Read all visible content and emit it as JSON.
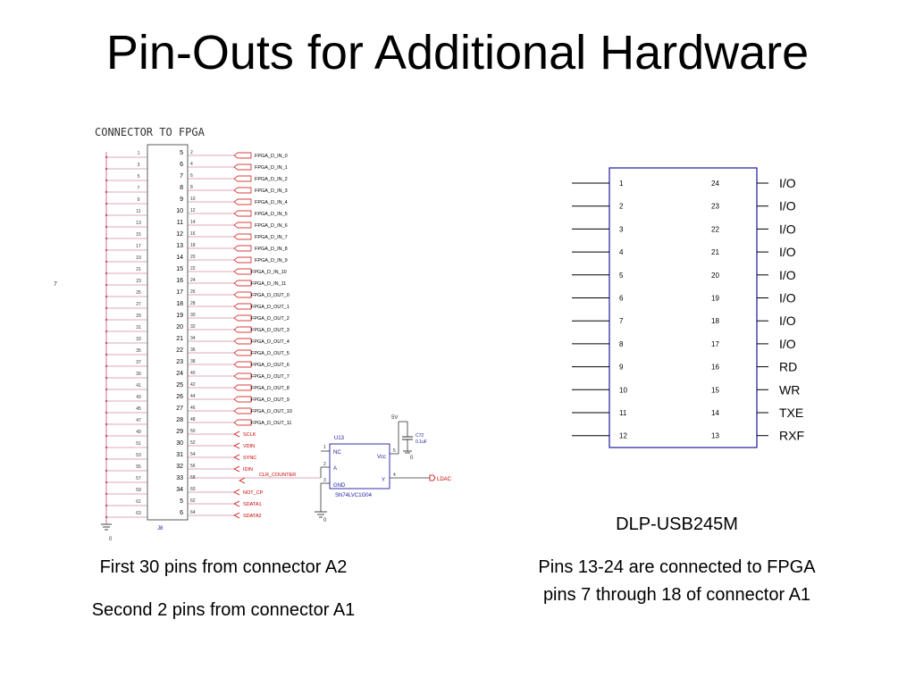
{
  "title": "Pin-Outs for Additional Hardware",
  "left": {
    "connector_label": "CONNECTOR TO FPGA",
    "ref": "J8",
    "left_marker": "7",
    "ground_label": "0",
    "left_pins": [
      "1",
      "3",
      "5",
      "7",
      "9",
      "11",
      "13",
      "15",
      "17",
      "19",
      "21",
      "23",
      "25",
      "27",
      "29",
      "31",
      "33",
      "35",
      "37",
      "39",
      "41",
      "43",
      "45",
      "47",
      "49",
      "51",
      "53",
      "55",
      "57",
      "59",
      "61",
      "63"
    ],
    "inner_left": [
      "5",
      "6",
      "7",
      "8",
      "9",
      "10",
      "11",
      "12",
      "13",
      "14",
      "15",
      "16",
      "17",
      "18",
      "19",
      "20",
      "21",
      "22",
      "23",
      "24",
      "25",
      "26",
      "27",
      "28",
      "29",
      "30",
      "31",
      "32",
      "33",
      "34",
      "5",
      "6"
    ],
    "inner_right": [
      "2",
      "4",
      "6",
      "8",
      "10",
      "12",
      "14",
      "16",
      "18",
      "20",
      "22",
      "24",
      "26",
      "28",
      "30",
      "32",
      "34",
      "36",
      "38",
      "40",
      "42",
      "44",
      "46",
      "48",
      "50",
      "52",
      "54",
      "56",
      "58",
      "60",
      "62",
      "64"
    ],
    "signals": [
      "FPGA_D_IN_0",
      "FPGA_D_IN_1",
      "FPGA_D_IN_2",
      "FPGA_D_IN_3",
      "FPGA_D_IN_4",
      "FPGA_D_IN_5",
      "FPGA_D_IN_6",
      "FPGA_D_IN_7",
      "FPGA_D_IN_8",
      "FPGA_D_IN_9",
      "FPGA_D_IN_10",
      "FPGA_D_IN_11",
      "FPGA_D_OUT_0",
      "FPGA_D_OUT_1",
      "FPGA_D_OUT_2",
      "FPGA_D_OUT_3",
      "FPGA_D_OUT_4",
      "FPGA_D_OUT_5",
      "FPGA_D_OUT_6",
      "FPGA_D_OUT_7",
      "FPGA_D_OUT_8",
      "FPGA_D_OUT_9",
      "FPGA_D_OUT_10",
      "FPGA_D_OUT_11",
      "SCLK",
      "VDIN",
      "SYNC",
      "IDIN",
      "CLR_COUNTER",
      "NOT_CP",
      "SDATA1",
      "SDATA2"
    ],
    "ic": {
      "ref": "U13",
      "part": "SN74LVC1G04",
      "pins": {
        "nc": "NC",
        "a": "A",
        "gnd": "GND",
        "vcc": "Vcc",
        "y": "Y"
      },
      "pin_numbers": {
        "nc": "1",
        "a": "2",
        "gnd": "3",
        "y": "4",
        "vcc": "5"
      },
      "supply": "5V",
      "cap_ref": "C72",
      "cap_value": "0.1uF",
      "cap_ground": "0",
      "ic_ground": "0",
      "output_net": "LDAC"
    },
    "captions": [
      "First 30 pins from connector A2",
      "Second 2 pins from connector A1"
    ]
  },
  "right": {
    "left_pins": [
      "1",
      "2",
      "3",
      "4",
      "5",
      "6",
      "7",
      "8",
      "9",
      "10",
      "11",
      "12"
    ],
    "right_pins": [
      "24",
      "23",
      "22",
      "21",
      "20",
      "19",
      "18",
      "17",
      "16",
      "15",
      "14",
      "13"
    ],
    "labels": [
      "I/O",
      "I/O",
      "I/O",
      "I/O",
      "I/O",
      "I/O",
      "I/O",
      "I/O",
      "RD",
      "WR",
      "TXE",
      "RXF"
    ],
    "part": "DLP-USB245M",
    "caption": "Pins 13-24 are connected to FPGA pins 7 through 18 of connector A1"
  },
  "colors": {
    "wire": "#c0507a",
    "signal": "#cc0000",
    "ink": "#000000",
    "box": "#1a1aa0"
  }
}
